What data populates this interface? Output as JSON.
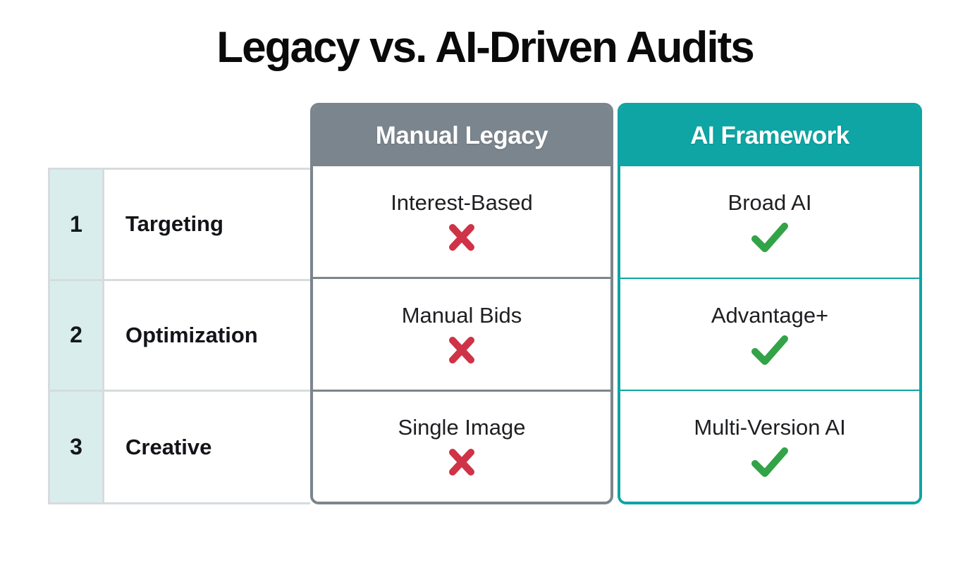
{
  "title": "Legacy vs. AI-Driven Audits",
  "table": {
    "columns": [
      {
        "label": "Manual Legacy"
      },
      {
        "label": "AI Framework"
      }
    ],
    "rows": [
      {
        "num": "1",
        "category": "Targeting",
        "manual": {
          "text": "Interest-Based",
          "icon": "cross-icon"
        },
        "ai": {
          "text": "Broad AI",
          "icon": "check-icon"
        }
      },
      {
        "num": "2",
        "category": "Optimization",
        "manual": {
          "text": "Manual Bids",
          "icon": "cross-icon"
        },
        "ai": {
          "text": "Advantage+",
          "icon": "check-icon"
        }
      },
      {
        "num": "3",
        "category": "Creative",
        "manual": {
          "text": "Single Image",
          "icon": "cross-icon"
        },
        "ai": {
          "text": "Multi-Version AI",
          "icon": "check-icon"
        }
      }
    ]
  },
  "colors": {
    "manual_header": "#7B858D",
    "ai_header": "#0EA5A4",
    "row_number_bg": "#D9EEEC",
    "grid_line": "#D7DBDE",
    "cross": "#CE3347",
    "check": "#33A347",
    "title_text": "#0A0A0A"
  }
}
